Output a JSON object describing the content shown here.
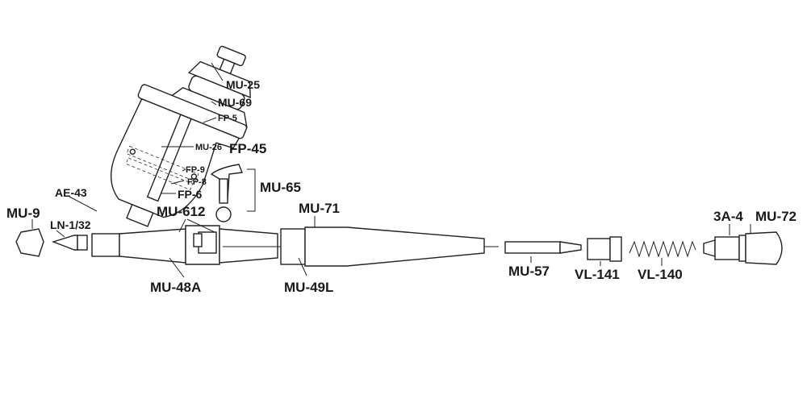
{
  "labels": {
    "mu25": "MU-25",
    "mu69": "MU-69",
    "fp5": "FP-5",
    "mu26": "MU-26",
    "fp45": "FP-45",
    "fp9": "FP-9",
    "fp8": "FP-8",
    "fp6": "FP-6",
    "mu65": "MU-65",
    "ae43": "AE-43",
    "mu612": "MU-612",
    "mu71": "MU-71",
    "mu9": "MU-9",
    "ln132": "LN-1/32",
    "mu48a": "MU-48A",
    "mu49l": "MU-49L",
    "mu57": "MU-57",
    "vl141": "VL-141",
    "vl140": "VL-140",
    "a34": "3A-4",
    "mu72": "MU-72"
  }
}
